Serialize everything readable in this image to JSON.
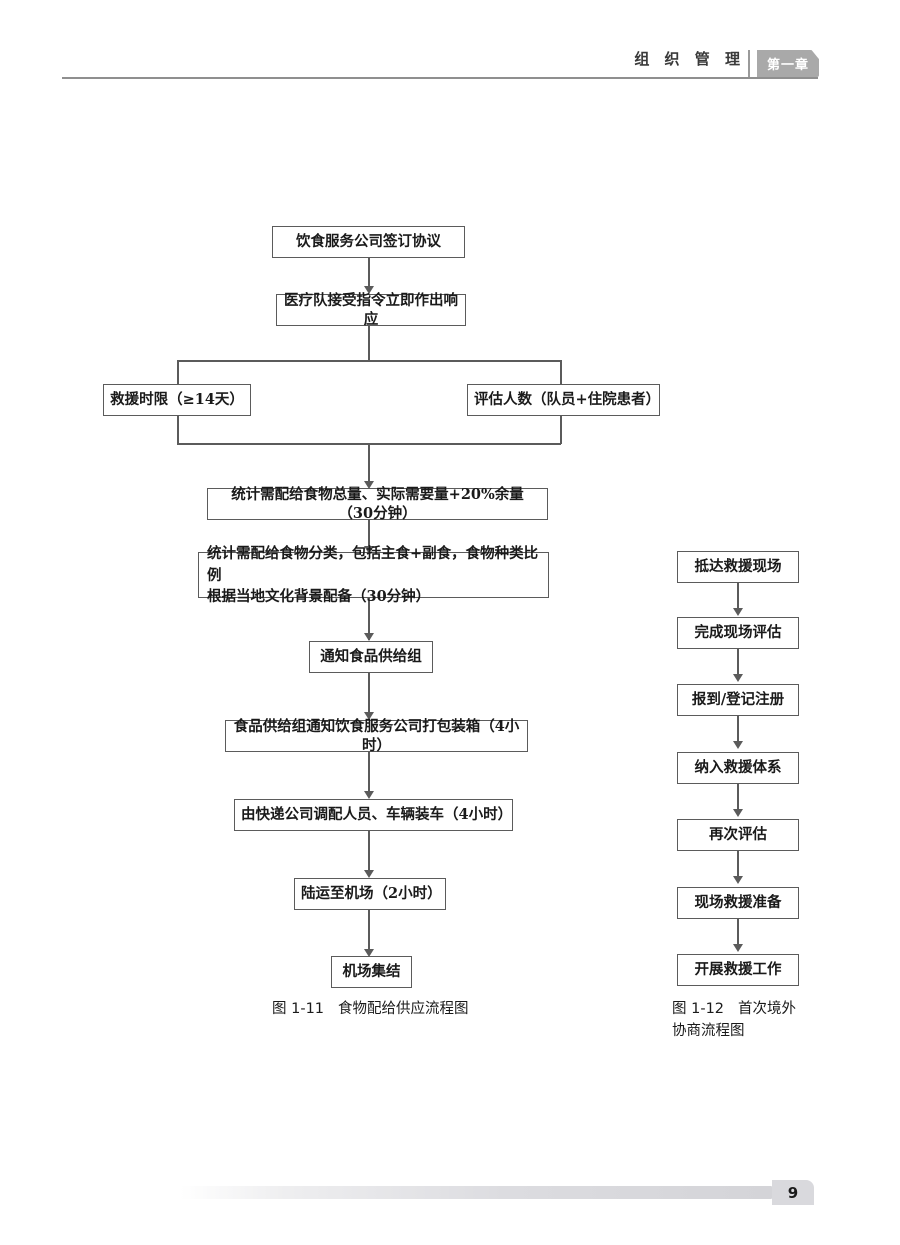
{
  "header": {
    "title": "组 织 管 理",
    "chapter_tab": "第一章"
  },
  "footer": {
    "page_number": "9"
  },
  "figures": [
    {
      "id": "fig-1-11",
      "caption_number": "图 1-11",
      "caption_text": "食物配给供应流程图",
      "nodes": [
        {
          "id": "n1",
          "label": "饮食服务公司签订协议"
        },
        {
          "id": "n2",
          "label": "医疗队接受指令立即作出响应"
        },
        {
          "id": "n3",
          "label": "救援时限（≥14天）"
        },
        {
          "id": "n4",
          "label": "评估人数（队员+住院患者）"
        },
        {
          "id": "n5",
          "label": "统计需配给食物总量、实际需要量+20%余量（30分钟）"
        },
        {
          "id": "n6a",
          "label": "统计需配给食物分类，包括主食+副食，食物种类比例"
        },
        {
          "id": "n6b",
          "label": "根据当地文化背景配备（30分钟）"
        },
        {
          "id": "n7",
          "label": "通知食品供给组"
        },
        {
          "id": "n8",
          "label": "食品供给组通知饮食服务公司打包装箱（4小时）"
        },
        {
          "id": "n9",
          "label": "由快递公司调配人员、车辆装车（4小时）"
        },
        {
          "id": "n10",
          "label": "陆运至机场（2小时）"
        },
        {
          "id": "n11",
          "label": "机场集结"
        }
      ]
    },
    {
      "id": "fig-1-12",
      "caption_number": "图 1-12",
      "caption_text": "首次境外协商流程图",
      "nodes": [
        {
          "id": "r1",
          "label": "抵达救援现场"
        },
        {
          "id": "r2",
          "label": "完成现场评估"
        },
        {
          "id": "r3",
          "label": "报到/登记注册"
        },
        {
          "id": "r4",
          "label": "纳入救援体系"
        },
        {
          "id": "r5",
          "label": "再次评估"
        },
        {
          "id": "r6",
          "label": "现场救援准备"
        },
        {
          "id": "r7",
          "label": "开展救援工作"
        }
      ]
    }
  ],
  "colors": {
    "node_border": "#5b5b5b",
    "header_tab_bg": "#a9a9a9",
    "page_tab_bg": "#d9d9dd",
    "text": "#1a1a1a"
  }
}
